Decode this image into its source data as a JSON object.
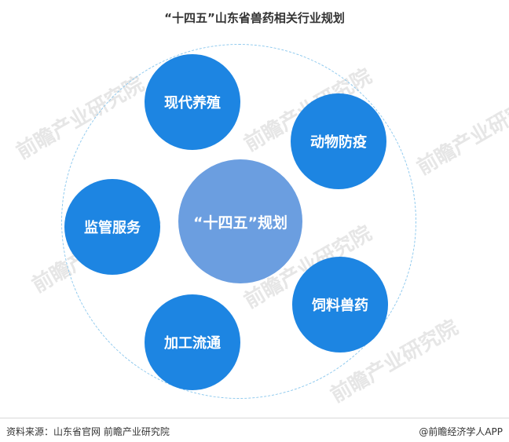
{
  "title": "“十四五”山东省兽药相关行业规划",
  "center": {
    "label": "“十四五”规划"
  },
  "satellites": [
    {
      "label": "现代养殖"
    },
    {
      "label": "动物防疫"
    },
    {
      "label": "饲料兽药"
    },
    {
      "label": "加工流通"
    },
    {
      "label": "监管服务"
    }
  ],
  "watermark": "前瞻产业研究院",
  "footer": {
    "source": "资料来源：山东省官网 前瞻产业研究院",
    "brand": "@前瞻经济学人APP"
  },
  "colors": {
    "satellite": "#1d85e2",
    "center": "#6b9ee0",
    "ring": "#8ec9ee"
  }
}
